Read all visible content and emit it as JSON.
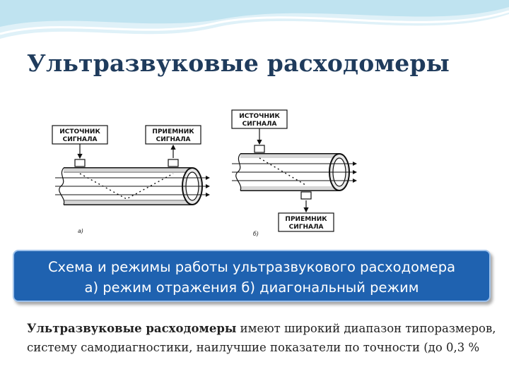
{
  "slide": {
    "title": "Ультразвуковые расходомеры"
  },
  "diagram": {
    "a": {
      "source_line1": "ИСТОЧНИК",
      "source_line2": "СИГНАЛА",
      "receiver_line1": "ПРИЕМНИК",
      "receiver_line2": "СИГНАЛА",
      "label": "а)"
    },
    "b": {
      "source_line1": "ИСТОЧНИК",
      "source_line2": "СИГНАЛА",
      "receiver_line1": "ПРИЕМНИК",
      "receiver_line2": "СИГНАЛА",
      "label": "б)"
    }
  },
  "caption": {
    "line1": "Схема и режимы работы ультразвукового расходомера",
    "line2": "а) режим отражения  б) диагональный режим"
  },
  "body": {
    "bold_lead": "Ультразвуковые расходомеры",
    "rest": " имеют широкий диапазон типоразмеров, систему самодиагностики, наилучшие показатели по точности (до 0,3 %"
  },
  "colors": {
    "title": "#1f3b5c",
    "caption_bg": "#1f62b0",
    "header_wave": "#bfe3f0"
  }
}
